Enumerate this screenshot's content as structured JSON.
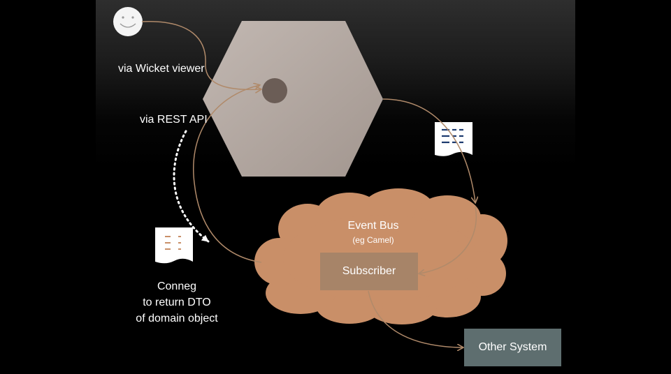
{
  "labels": {
    "via_wicket": "via Wicket viewer",
    "via_rest": "via REST API",
    "conneg": [
      "Conneg",
      "to return DTO",
      "of domain object"
    ],
    "event_bus": "Event Bus",
    "event_bus_sub": "(eg Camel)",
    "subscriber": "Subscriber",
    "other_system": "Other System"
  },
  "icons": {
    "user": "smiley-face-icon",
    "event_document": "document-icon",
    "dto_document": "document-icon"
  },
  "colors": {
    "background": "#000000",
    "hexagon": "#b5aba4",
    "domain_object_dot": "#6b5d56",
    "cloud": "#c98f68",
    "subscriber_box": "#a78468",
    "other_system_box": "#5e6e6f",
    "connector": "#b08a6a",
    "text": "#ffffff"
  }
}
